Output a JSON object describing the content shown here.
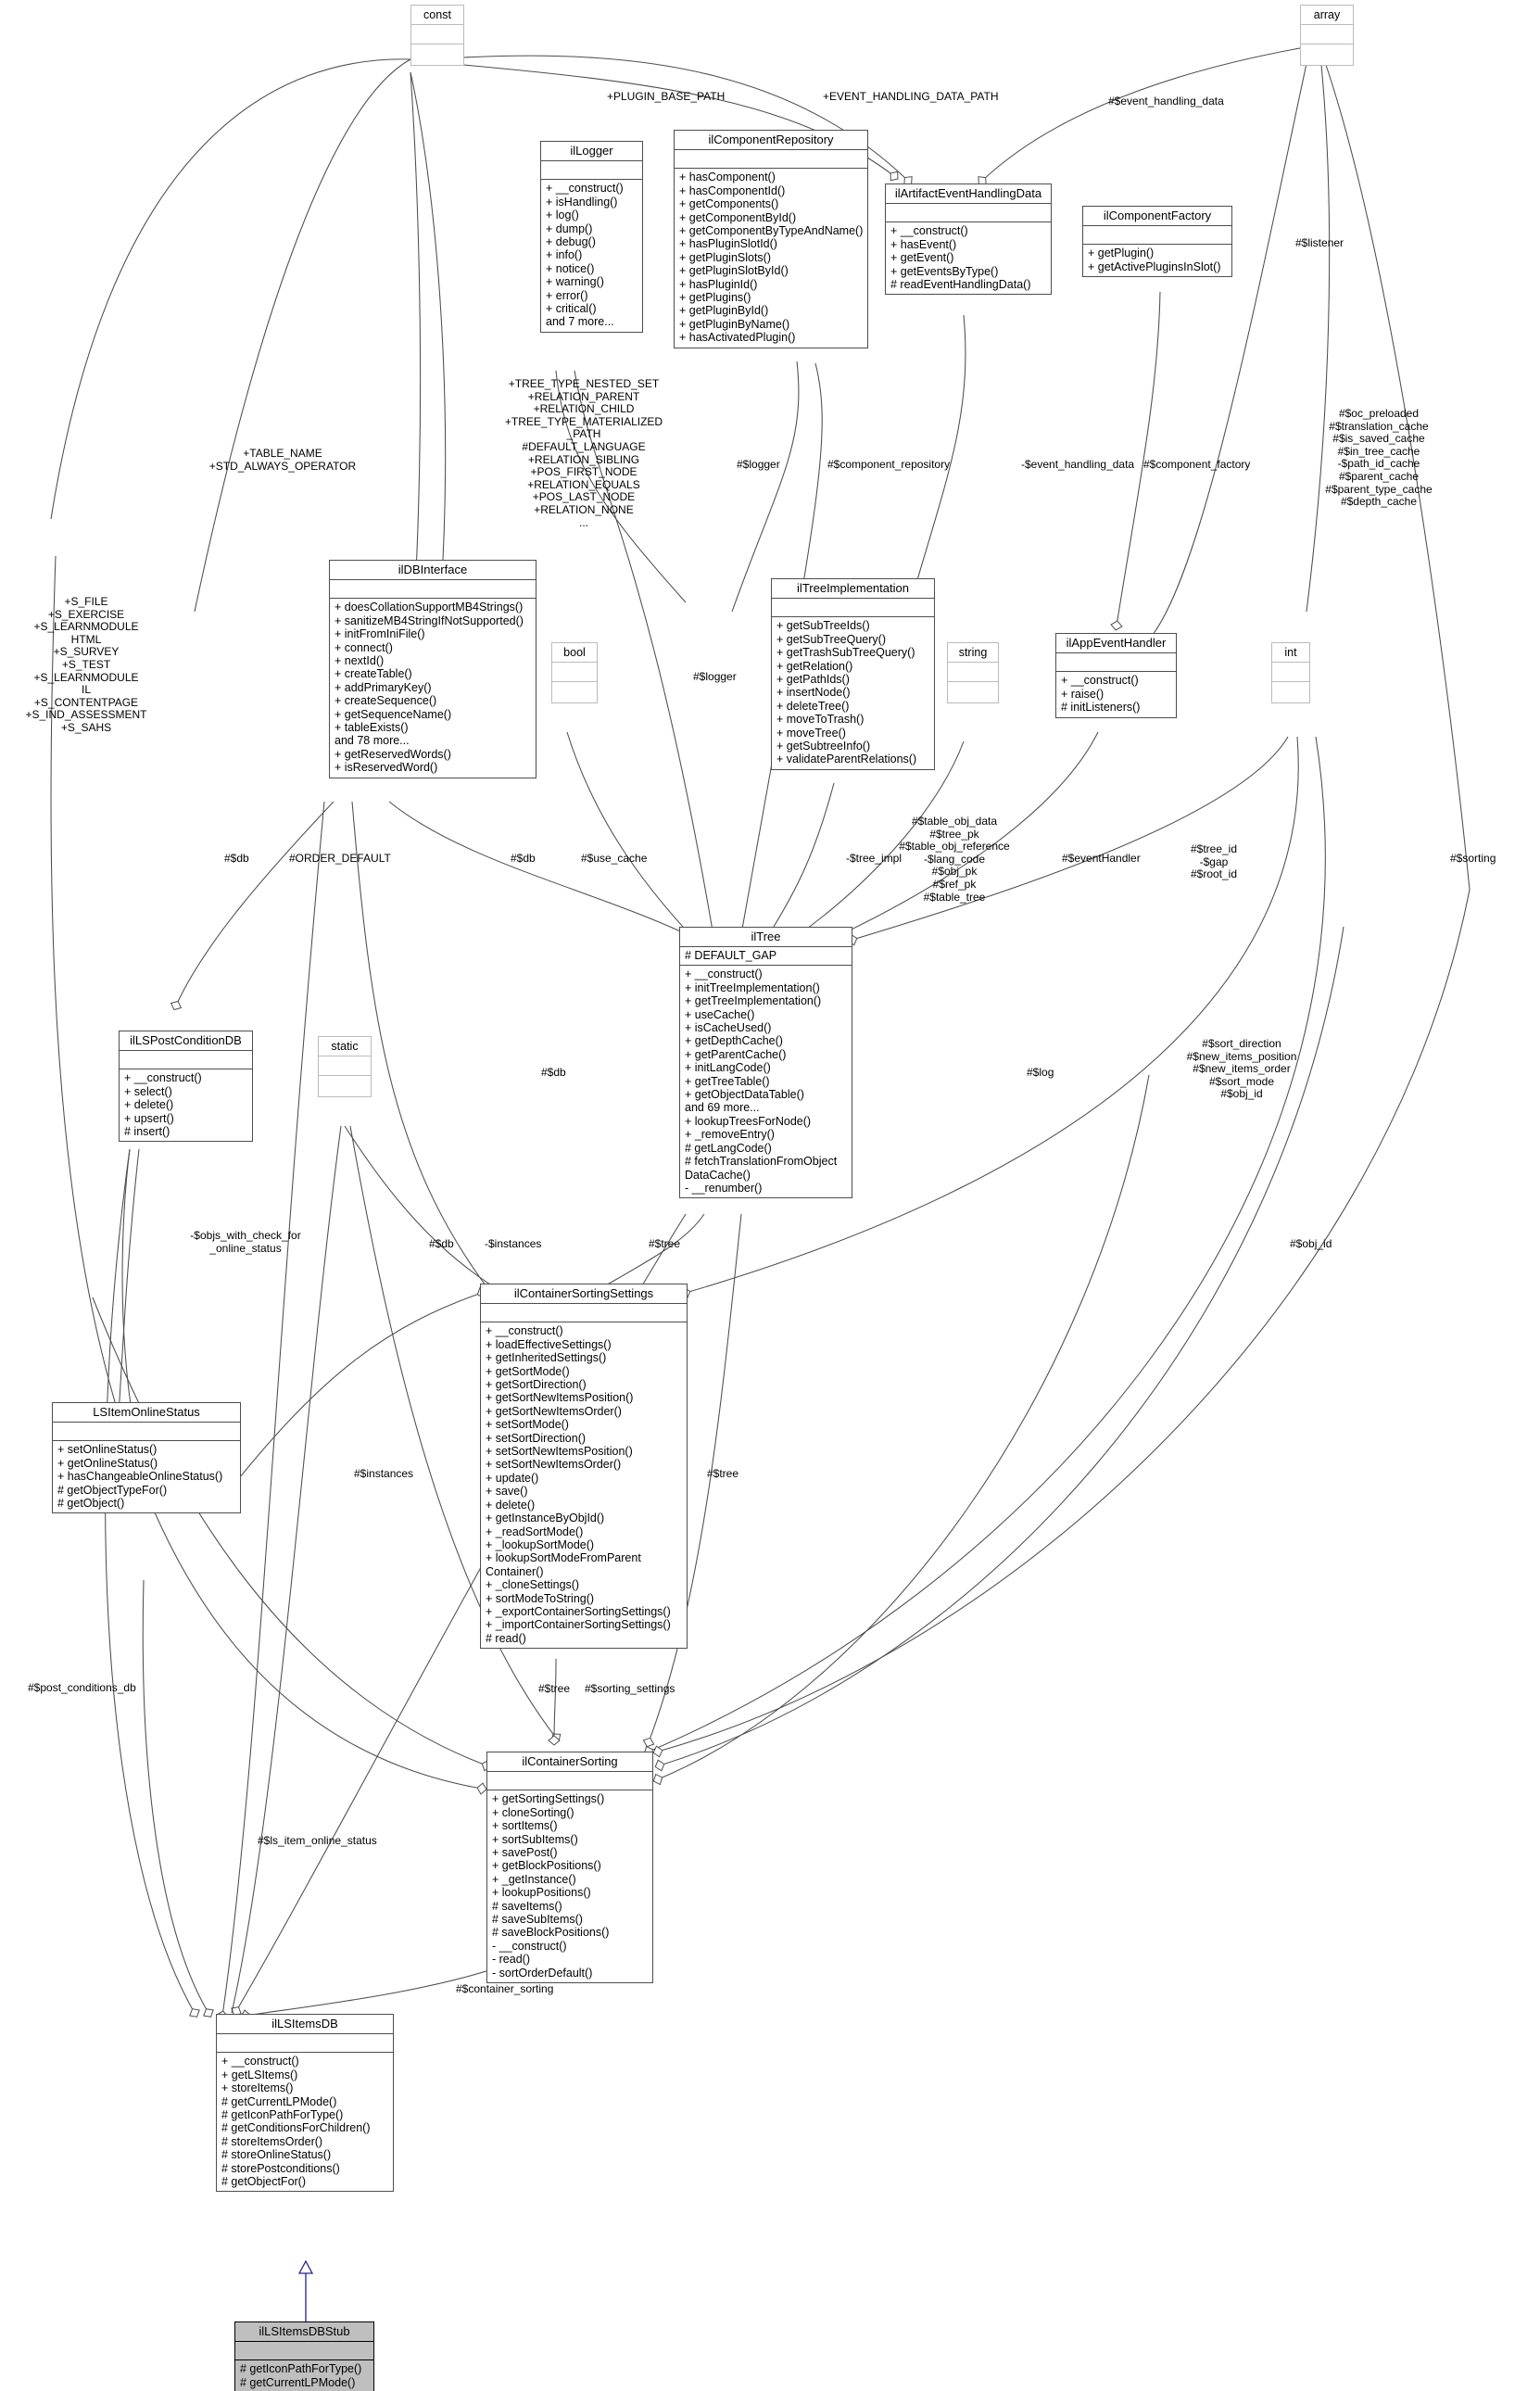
{
  "diagram": {
    "type": "uml-class-diagram",
    "title": "ilLSItemsDBStub collaboration diagram"
  },
  "classes": {
    "const": {
      "name": "const",
      "attributes": [],
      "operations": []
    },
    "array": {
      "name": "array",
      "attributes": [],
      "operations": []
    },
    "bool": {
      "name": "bool",
      "attributes": [],
      "operations": []
    },
    "string": {
      "name": "string",
      "attributes": [],
      "operations": []
    },
    "int": {
      "name": "int",
      "attributes": [],
      "operations": []
    },
    "static": {
      "name": "static",
      "attributes": [],
      "operations": []
    },
    "ilLogger": {
      "name": "ilLogger",
      "attributes": [],
      "operations": [
        "+ __construct()",
        "+ isHandling()",
        "+ log()",
        "+ dump()",
        "+ debug()",
        "+ info()",
        "+ notice()",
        "+ warning()",
        "+ error()",
        "+ critical()",
        "and 7 more..."
      ]
    },
    "ilComponentRepository": {
      "name": "ilComponentRepository",
      "attributes": [],
      "operations": [
        "+ hasComponent()",
        "+ hasComponentId()",
        "+ getComponents()",
        "+ getComponentById()",
        "+ getComponentByTypeAndName()",
        "+ hasPluginSlotId()",
        "+ getPluginSlots()",
        "+ getPluginSlotById()",
        "+ hasPluginId()",
        "+ getPlugins()",
        "+ getPluginById()",
        "+ getPluginByName()",
        "+ hasActivatedPlugin()"
      ]
    },
    "ilArtifactEventHandlingData": {
      "name": "ilArtifactEventHandlingData",
      "attributes": [],
      "operations": [
        "+ __construct()",
        "+ hasEvent()",
        "+ getEvent()",
        "+ getEventsByType()",
        "# readEventHandlingData()"
      ]
    },
    "ilComponentFactory": {
      "name": "ilComponentFactory",
      "attributes": [],
      "operations": [
        "+ getPlugin()",
        "+ getActivePluginsInSlot()"
      ]
    },
    "ilDBInterface": {
      "name": "ilDBInterface",
      "attributes": [],
      "operations": [
        "+ doesCollationSupportMB4Strings()",
        "+ sanitizeMB4StringIfNotSupported()",
        "+ initFromIniFile()",
        "+ connect()",
        "+ nextId()",
        "+ createTable()",
        "+ addPrimaryKey()",
        "+ createSequence()",
        "+ getSequenceName()",
        "+ tableExists()",
        "and 78 more...",
        "+ getReservedWords()",
        "+ isReservedWord()"
      ]
    },
    "ilTreeImplementation": {
      "name": "ilTreeImplementation",
      "attributes": [],
      "operations": [
        "+ getSubTreeIds()",
        "+ getSubTreeQuery()",
        "+ getTrashSubTreeQuery()",
        "+ getRelation()",
        "+ getPathIds()",
        "+ insertNode()",
        "+ deleteTree()",
        "+ moveToTrash()",
        "+ moveTree()",
        "+ getSubtreeInfo()",
        "+ validateParentRelations()"
      ]
    },
    "ilAppEventHandler": {
      "name": "ilAppEventHandler",
      "attributes": [],
      "operations": [
        "+ __construct()",
        "+ raise()",
        "# initListeners()"
      ]
    },
    "ilTree": {
      "name": "ilTree",
      "attributes": [
        "# DEFAULT_GAP"
      ],
      "operations": [
        "+ __construct()",
        "+ initTreeImplementation()",
        "+ getTreeImplementation()",
        "+ useCache()",
        "+ isCacheUsed()",
        "+ getDepthCache()",
        "+ getParentCache()",
        "+ initLangCode()",
        "+ getTreeTable()",
        "+ getObjectDataTable()",
        "and 69 more...",
        "+ lookupTreesForNode()",
        "+ _removeEntry()",
        "# getLangCode()",
        "# fetchTranslationFromObject DataCache()",
        "- __renumber()"
      ]
    },
    "ilLSPostConditionDB": {
      "name": "ilLSPostConditionDB",
      "attributes": [],
      "operations": [
        "+ __construct()",
        "+ select()",
        "+ delete()",
        "+ upsert()",
        "# insert()"
      ]
    },
    "LSItemOnlineStatus": {
      "name": "LSItemOnlineStatus",
      "attributes": [],
      "operations": [
        "+ setOnlineStatus()",
        "+ getOnlineStatus()",
        "+ hasChangeableOnlineStatus()",
        "# getObjectTypeFor()",
        "# getObject()"
      ]
    },
    "ilContainerSortingSettings": {
      "name": "ilContainerSortingSettings",
      "attributes": [],
      "operations": [
        "+ __construct()",
        "+ loadEffectiveSettings()",
        "+ getInheritedSettings()",
        "+ getSortMode()",
        "+ getSortDirection()",
        "+ getSortNewItemsPosition()",
        "+ getSortNewItemsOrder()",
        "+ setSortMode()",
        "+ setSortDirection()",
        "+ setSortNewItemsPosition()",
        "+ setSortNewItemsOrder()",
        "+ update()",
        "+ save()",
        "+ delete()",
        "+ getInstanceByObjId()",
        "+ _readSortMode()",
        "+ _lookupSortMode()",
        "+ lookupSortModeFromParent Container()",
        "+ _cloneSettings()",
        "+ sortModeToString()",
        "+ _exportContainerSortingSettings()",
        "+ _importContainerSortingSettings()",
        "# read()"
      ]
    },
    "ilContainerSorting": {
      "name": "ilContainerSorting",
      "attributes": [],
      "operations": [
        "+ getSortingSettings()",
        "+ cloneSorting()",
        "+ sortItems()",
        "+ sortSubItems()",
        "+ savePost()",
        "+ getBlockPositions()",
        "+ _getInstance()",
        "+ lookupPositions()",
        "# saveItems()",
        "# saveSubItems()",
        "# saveBlockPositions()",
        "- __construct()",
        "- read()",
        "- sortOrderDefault()"
      ]
    },
    "ilLSItemsDB": {
      "name": "ilLSItemsDB",
      "attributes": [],
      "operations": [
        "+ __construct()",
        "+ getLSItems()",
        "+ storeItems()",
        "# getCurrentLPMode()",
        "# getIconPathForType()",
        "# getConditionsForChildren()",
        "# storeItemsOrder()",
        "# storeOnlineStatus()",
        "# storePostconditions()",
        "# getObjectFor()"
      ]
    },
    "ilLSItemsDBStub": {
      "name": "ilLSItemsDBStub",
      "attributes": [],
      "operations": [
        "# getIconPathForType()",
        "# getCurrentLPMode()"
      ]
    }
  },
  "edge_labels": [
    {
      "id": "plugin_base_path",
      "text": "+PLUGIN_BASE_PATH"
    },
    {
      "id": "event_handling_data_path",
      "text": "+EVENT_HANDLING_DATA_PATH"
    },
    {
      "id": "event_handling_data_attr",
      "text": "#$event_handling_data"
    },
    {
      "id": "listener",
      "text": "#$listener"
    },
    {
      "id": "tree_const_block",
      "text": "+TREE_TYPE_NESTED_SET\n+RELATION_PARENT\n+RELATION_CHILD\n+TREE_TYPE_MATERIALIZED\n_PATH\n#DEFAULT_LANGUAGE\n+RELATION_SIBLING\n+POS_FIRST_NODE\n+RELATION_EQUALS\n+POS_LAST_NODE\n+RELATION_NONE\n..."
    },
    {
      "id": "table_name_block",
      "text": "+TABLE_NAME\n+STD_ALWAYS_OPERATOR"
    },
    {
      "id": "s_file_block",
      "text": "+S_FILE\n+S_EXERCISE\n+S_LEARNMODULE\nHTML\n+S_SURVEY\n+S_TEST\n+S_LEARNMODULE\nIL\n+S_CONTENTPAGE\n+S_IND_ASSESSMENT\n+S_SAHS"
    },
    {
      "id": "logger1",
      "text": "#$logger"
    },
    {
      "id": "component_repository",
      "text": "#$component_repository"
    },
    {
      "id": "event_handling_data2",
      "text": "-$event_handling_data"
    },
    {
      "id": "component_factory",
      "text": "#$component_factory"
    },
    {
      "id": "oc_preloaded_block",
      "text": "#$oc_preloaded\n#$translation_cache\n#$is_saved_cache\n#$in_tree_cache\n-$path_id_cache\n#$parent_cache\n#$parent_type_cache\n#$depth_cache"
    },
    {
      "id": "logger2",
      "text": "#$logger"
    },
    {
      "id": "db1",
      "text": "#$db"
    },
    {
      "id": "order_default",
      "text": "#ORDER_DEFAULT"
    },
    {
      "id": "db2",
      "text": "#$db"
    },
    {
      "id": "use_cache",
      "text": "#$use_cache"
    },
    {
      "id": "tree_impl",
      "text": "-$tree_impl"
    },
    {
      "id": "table_obj_data_block",
      "text": "#$table_obj_data\n#$tree_pk\n#$table_obj_reference\n-$lang_code\n#$obj_pk\n#$ref_pk\n#$table_tree"
    },
    {
      "id": "event_handler",
      "text": "#$eventHandler"
    },
    {
      "id": "tree_id_block",
      "text": "#$tree_id\n-$gap\n#$root_id"
    },
    {
      "id": "sorting",
      "text": "#$sorting"
    },
    {
      "id": "db3",
      "text": "#$db"
    },
    {
      "id": "log",
      "text": "#$log"
    },
    {
      "id": "sort_direction_block",
      "text": "#$sort_direction\n#$new_items_position\n#$new_items_order\n#$sort_mode\n#$obj_id"
    },
    {
      "id": "objs_with_check_block",
      "text": "-$objs_with_check_for\n_online_status"
    },
    {
      "id": "db4",
      "text": "#$db"
    },
    {
      "id": "instances1",
      "text": "-$instances"
    },
    {
      "id": "tree1",
      "text": "#$tree"
    },
    {
      "id": "obj_id",
      "text": "#$obj_id"
    },
    {
      "id": "instances2",
      "text": "#$instances"
    },
    {
      "id": "tree2",
      "text": "#$tree"
    },
    {
      "id": "post_conditions_db",
      "text": "#$post_conditions_db"
    },
    {
      "id": "ls_item_online_status",
      "text": "#$ls_item_online_status"
    },
    {
      "id": "tree3",
      "text": "#$tree"
    },
    {
      "id": "sorting_settings",
      "text": "#$sorting_settings"
    },
    {
      "id": "container_sorting",
      "text": "#$container_sorting"
    }
  ],
  "colors": {
    "box_border": "#4d4d4d",
    "light_border": "#bbbbbb",
    "edge": "#4d4d4d",
    "inherit_edge": "#24248f",
    "stub_fill": "#bfbfbf",
    "background": "#ffffff"
  }
}
